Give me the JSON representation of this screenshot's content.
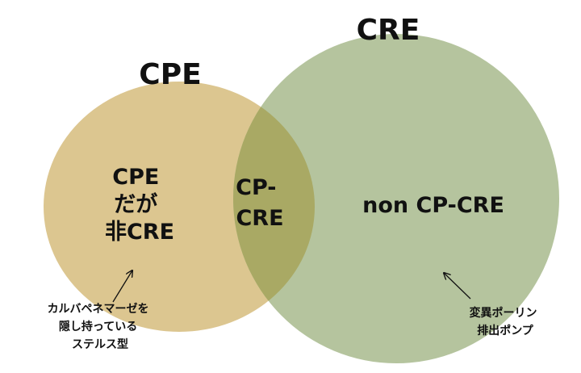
{
  "sets": {
    "cpe": {
      "label": "CPE",
      "color": "#dcc690"
    },
    "cre": {
      "label": "CRE",
      "color": "#b5c49e"
    },
    "overlap_color": "#a9a964"
  },
  "regions": {
    "cpe_only": {
      "lines": [
        "CPE",
        "だが",
        "非CRE"
      ]
    },
    "overlap": {
      "lines": [
        "CP-",
        "CRE"
      ]
    },
    "cre_only": {
      "lines": [
        "non CP-CRE"
      ]
    }
  },
  "annotations": {
    "cpe_note": {
      "lines": [
        "カルバペネマーゼを",
        "隠し持っている",
        "ステルス型"
      ]
    },
    "cre_note": {
      "lines": [
        "変異ポーリン",
        "排出ポンプ"
      ]
    }
  }
}
